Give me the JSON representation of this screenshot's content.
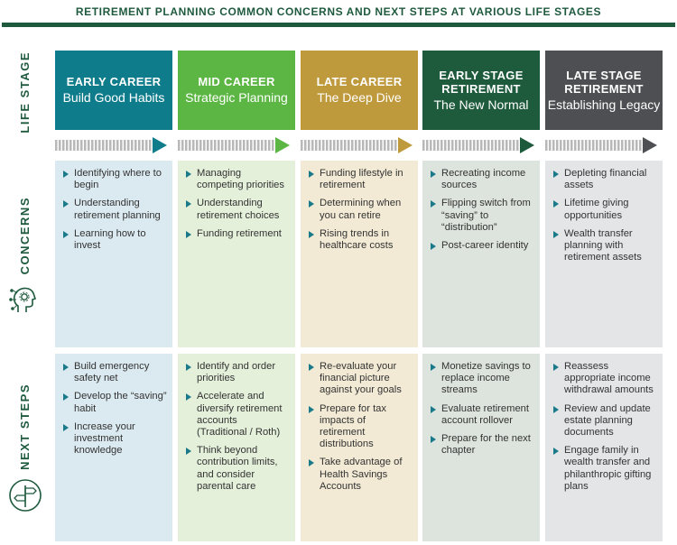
{
  "title": "RETIREMENT PLANNING COMMON CONCERNS AND NEXT STEPS AT VARIOUS LIFE STAGES",
  "row_labels": {
    "life_stage": "LIFE STAGE",
    "concerns": "CONCERNS",
    "next_steps": "NEXT STEPS"
  },
  "icons": {
    "concerns": "head-gears-icon",
    "next_steps": "signpost-compass-icon"
  },
  "stages": [
    {
      "title": "EARLY CAREER",
      "subtitle": "Build Good Habits",
      "header_color": "#0f7c8c",
      "arrow_color": "#0f7c8c",
      "panel_color": "#dbeaf0",
      "concerns": [
        "Identifying where to begin",
        "Understanding retirement planning",
        "Learning how to invest"
      ],
      "next_steps": [
        "Build emergency safety net",
        "Develop the “saving” habit",
        "Increase your investment knowledge"
      ]
    },
    {
      "title": "MID CAREER",
      "subtitle": "Strategic Planning",
      "header_color": "#5cb643",
      "arrow_color": "#5cb643",
      "panel_color": "#e4f0da",
      "concerns": [
        "Managing competing priorities",
        "Understanding retirement choices",
        "Funding retirement"
      ],
      "next_steps": [
        "Identify and order priorities",
        "Accelerate and diversify retirement accounts (Traditional / Roth)",
        "Think beyond contribution limits, and consider parental care"
      ]
    },
    {
      "title": "LATE CAREER",
      "subtitle": "The Deep Dive",
      "header_color": "#bf9a3c",
      "arrow_color": "#bf9a3c",
      "panel_color": "#f2ead5",
      "concerns": [
        "Funding lifestyle in retirement",
        "Determining when you can retire",
        "Rising trends in healthcare costs"
      ],
      "next_steps": [
        "Re-evaluate your financial picture against your goals",
        "Prepare for tax impacts of retirement distributions",
        "Take advantage of Health Savings Accounts"
      ]
    },
    {
      "title": "EARLY STAGE RETIREMENT",
      "subtitle": "The New Normal",
      "header_color": "#1e5a3c",
      "arrow_color": "#1e5a3c",
      "panel_color": "#dde4dd",
      "concerns": [
        "Recreating income sources",
        "Flipping switch from “saving” to “distribution”",
        "Post-career identity"
      ],
      "next_steps": [
        "Monetize savings to replace income streams",
        "Evaluate retirement account rollover",
        "Prepare for the next chapter"
      ]
    },
    {
      "title": "LATE STAGE RETIREMENT",
      "subtitle": "Establishing Legacy",
      "header_color": "#4d4f52",
      "arrow_color": "#4d4f52",
      "panel_color": "#e4e5e6",
      "concerns": [
        "Depleting financial assets",
        "Lifetime giving opportunities",
        "Wealth transfer planning with retirement assets"
      ],
      "next_steps": [
        "Reassess appropriate income withdrawal amounts",
        "Review and update estate planning documents",
        "Engage family in wealth transfer and philanthropic gifting plans"
      ]
    }
  ]
}
